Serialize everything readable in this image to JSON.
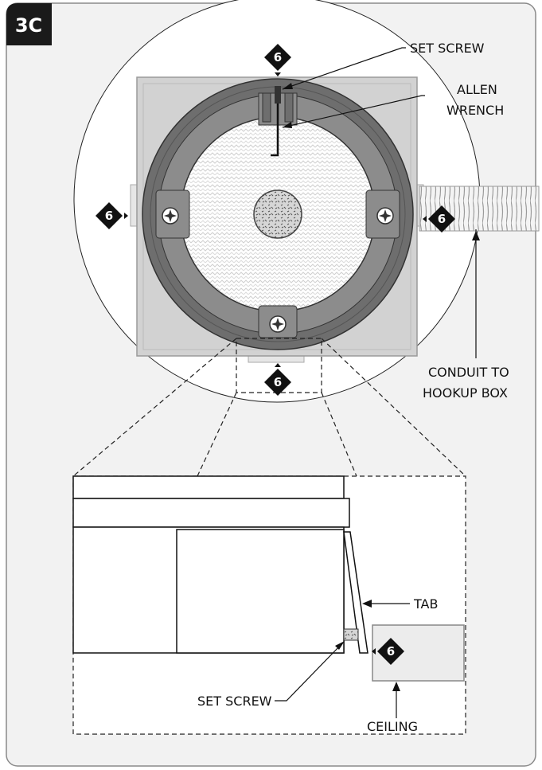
{
  "figure_label": "3C",
  "step_number": "6",
  "labels": {
    "set_screw_top": "SET SCREW",
    "allen_wrench_line1": "ALLEN",
    "allen_wrench_line2": "WRENCH",
    "conduit_line1": "CONDUIT TO",
    "conduit_line2": "HOOKUP BOX",
    "tab": "TAB",
    "set_screw_bottom": "SET SCREW",
    "ceiling": "CEILING"
  },
  "colors": {
    "frame_bg": "#f2f2f2",
    "tag_bg": "#1a1a1a",
    "ring": "#6e6e6e",
    "box": "#cfcfcf",
    "ceiling": "#ececec"
  }
}
